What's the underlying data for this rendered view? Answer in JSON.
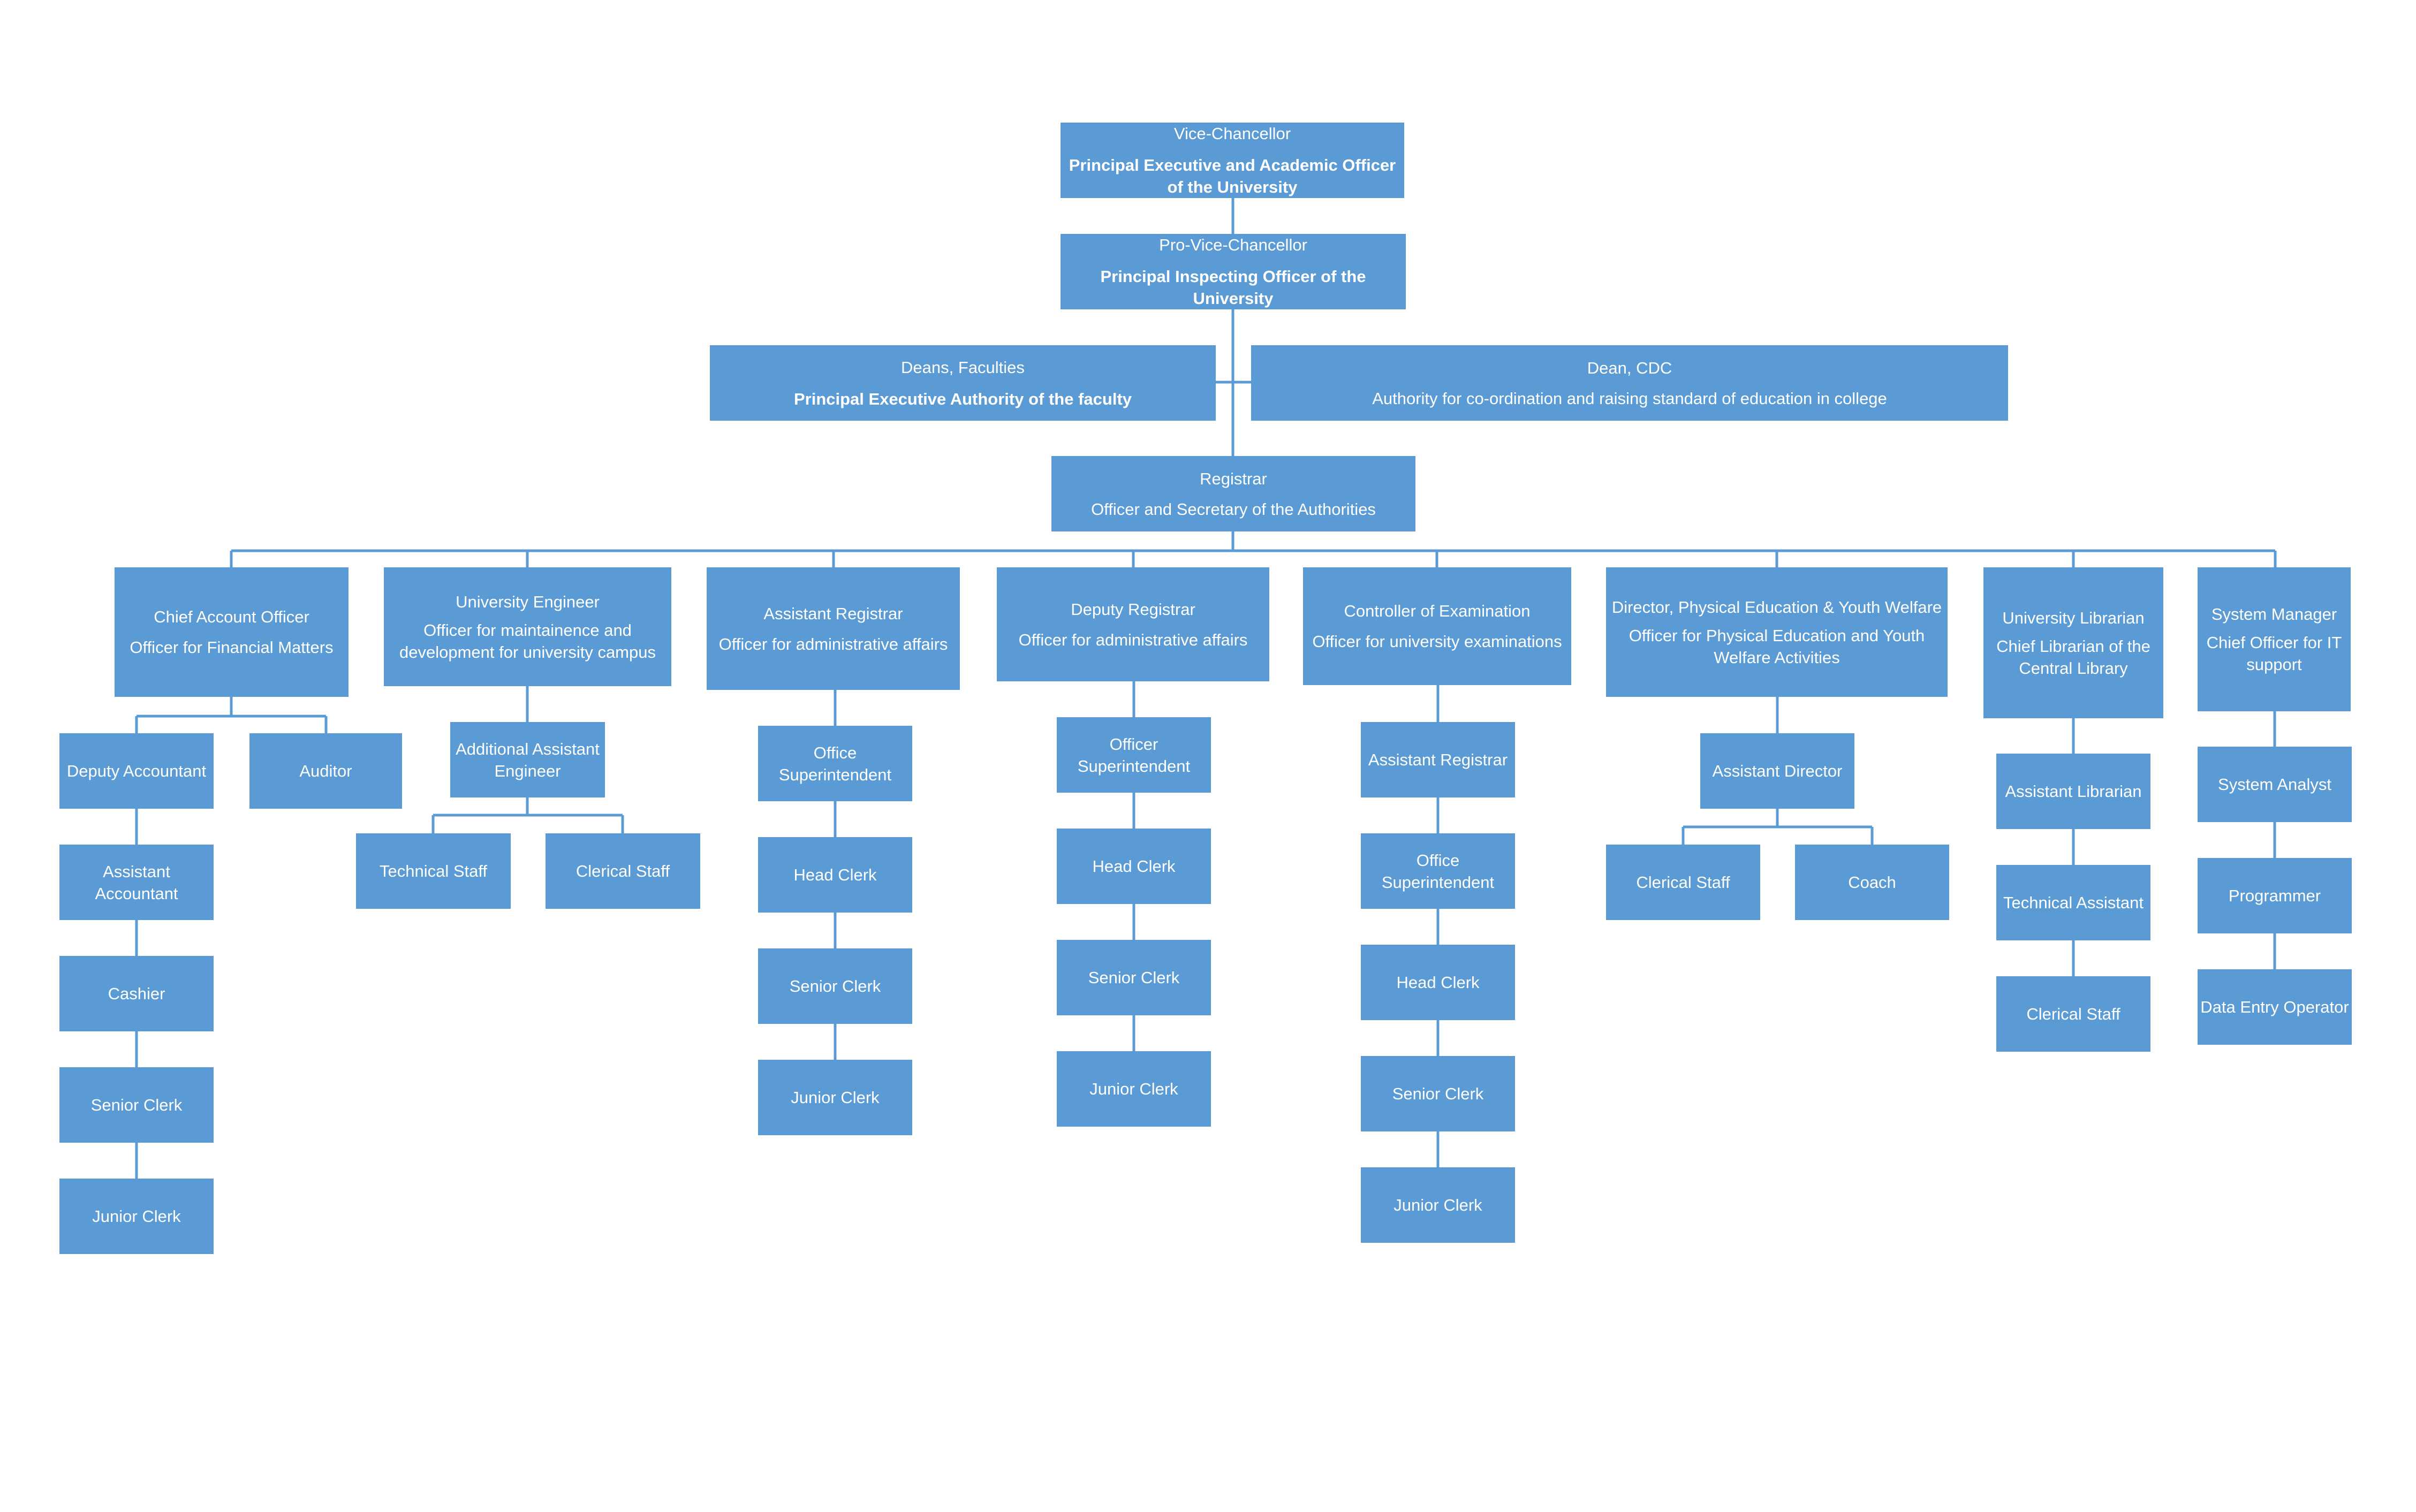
{
  "colors": {
    "box_fill": "#5B9BD5",
    "box_text": "#FFFFFF",
    "connector": "#5B9BD5",
    "background": "#FFFFFF"
  },
  "org": {
    "vc": {
      "title": "Vice-Chancellor",
      "desc": "Principal Executive and Academic Officer of the University"
    },
    "pvc": {
      "title": "Pro-Vice-Chancellor",
      "desc": "Principal Inspecting Officer of the University"
    },
    "deans": {
      "title": "Deans, Faculties",
      "desc": "Principal Executive Authority of the faculty"
    },
    "dean_cdc": {
      "title": "Dean, CDC",
      "desc": "Authority for co-ordination and raising standard of education in college"
    },
    "registrar": {
      "title": "Registrar",
      "desc": "Officer and Secretary of the Authorities"
    },
    "cao": {
      "title": "Chief Account Officer",
      "desc": "Officer for Financial Matters"
    },
    "ue": {
      "title": "University Engineer",
      "desc": "Officer for maintainence and development for university campus"
    },
    "ar": {
      "title": "Assistant Registrar",
      "desc": "Officer for administrative affairs"
    },
    "dr": {
      "title": "Deputy Registrar",
      "desc": "Officer for administrative affairs"
    },
    "coe": {
      "title": "Controller of Examination",
      "desc": "Officer for university examinations"
    },
    "dpe": {
      "title": "Director, Physical Education & Youth Welfare",
      "desc": "Officer for Physical Education and Youth Welfare Activities"
    },
    "ul": {
      "title": "University Librarian",
      "desc": "Chief Librarian of the Central Library"
    },
    "sm": {
      "title": "System Manager",
      "desc": "Chief Officer for IT support"
    },
    "cao_deputy_accountant": {
      "title": "Deputy Accountant"
    },
    "cao_auditor": {
      "title": "Auditor"
    },
    "cao_assistant_accountant": {
      "title": "Assistant Accountant"
    },
    "cao_cashier": {
      "title": "Cashier"
    },
    "cao_senior_clerk": {
      "title": "Senior Clerk"
    },
    "cao_junior_clerk": {
      "title": "Junior Clerk"
    },
    "ue_additional_engineer": {
      "title": "Additional Assistant Engineer"
    },
    "ue_technical_staff": {
      "title": "Technical Staff"
    },
    "ue_clerical_staff": {
      "title": "Clerical Staff"
    },
    "ar_office_superintendent": {
      "title": "Office Superintendent"
    },
    "ar_head_clerk": {
      "title": "Head Clerk"
    },
    "ar_senior_clerk": {
      "title": "Senior Clerk"
    },
    "ar_junior_clerk": {
      "title": "Junior Clerk"
    },
    "dr_office_superintendent": {
      "title": "Officer Superintendent"
    },
    "dr_head_clerk": {
      "title": "Head Clerk"
    },
    "dr_senior_clerk": {
      "title": "Senior Clerk"
    },
    "dr_junior_clerk": {
      "title": "Junior Clerk"
    },
    "coe_assistant_registrar": {
      "title": "Assistant Registrar"
    },
    "coe_office_superintendent": {
      "title": "Office Superintendent"
    },
    "coe_head_clerk": {
      "title": "Head Clerk"
    },
    "coe_senior_clerk": {
      "title": "Senior Clerk"
    },
    "coe_junior_clerk": {
      "title": "Junior Clerk"
    },
    "dpe_assistant_director": {
      "title": "Assistant Director"
    },
    "dpe_clerical_staff": {
      "title": "Clerical Staff"
    },
    "dpe_coach": {
      "title": "Coach"
    },
    "ul_assistant_librarian": {
      "title": "Assistant Librarian"
    },
    "ul_technical_assistant": {
      "title": "Technical Assistant"
    },
    "ul_clerical_staff": {
      "title": "Clerical Staff"
    },
    "sm_system_analyst": {
      "title": "System Analyst"
    },
    "sm_programmer": {
      "title": "Programmer"
    },
    "sm_data_entry_operator": {
      "title": "Data Entry Operator"
    }
  }
}
